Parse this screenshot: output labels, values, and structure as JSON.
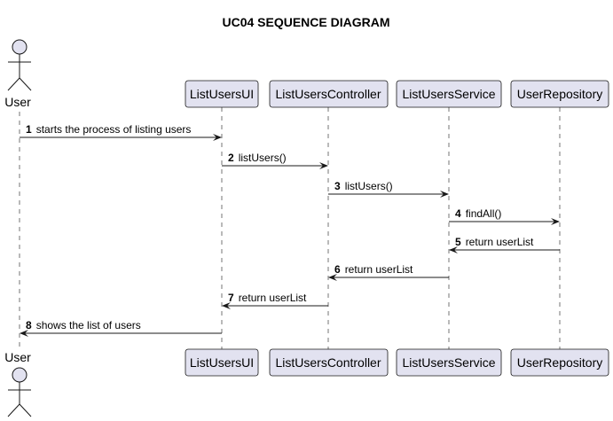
{
  "title": "UC04 SEQUENCE DIAGRAM",
  "colors": {
    "participant_fill": "#E2E2F0",
    "participant_stroke": "#181818",
    "lifeline": "#181818",
    "arrow": "#181818"
  },
  "actor": {
    "name": "User"
  },
  "participants": [
    {
      "name": "ListUsersUI"
    },
    {
      "name": "ListUsersController"
    },
    {
      "name": "ListUsersService"
    },
    {
      "name": "UserRepository"
    }
  ],
  "messages": [
    {
      "num": "1",
      "text": "starts the process of listing users",
      "from": 0,
      "to": 1,
      "type": "call"
    },
    {
      "num": "2",
      "text": "listUsers()",
      "from": 1,
      "to": 2,
      "type": "call"
    },
    {
      "num": "3",
      "text": "listUsers()",
      "from": 2,
      "to": 3,
      "type": "call"
    },
    {
      "num": "4",
      "text": "findAll()",
      "from": 3,
      "to": 4,
      "type": "call"
    },
    {
      "num": "5",
      "text": "return userList",
      "from": 4,
      "to": 3,
      "type": "return"
    },
    {
      "num": "6",
      "text": "return userList",
      "from": 3,
      "to": 2,
      "type": "return"
    },
    {
      "num": "7",
      "text": "return userList",
      "from": 2,
      "to": 1,
      "type": "return"
    },
    {
      "num": "8",
      "text": "shows the list of users",
      "from": 1,
      "to": 0,
      "type": "return"
    }
  ]
}
